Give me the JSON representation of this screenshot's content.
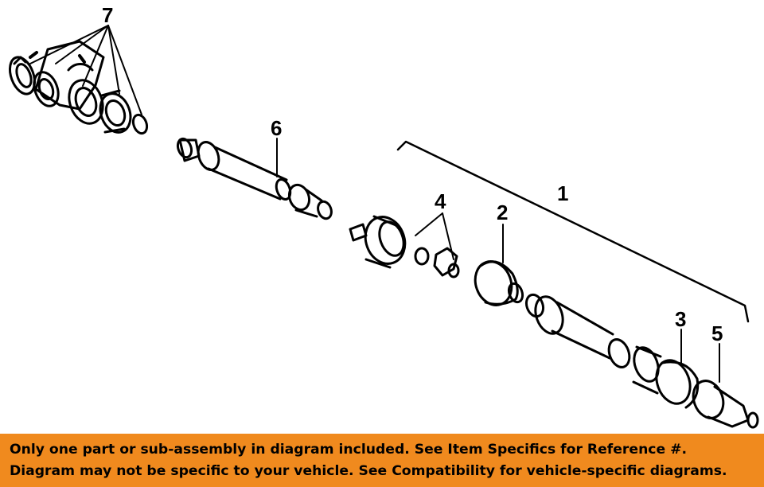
{
  "callouts": {
    "c1": "1",
    "c2": "2",
    "c3": "3",
    "c4": "4",
    "c5": "5",
    "c6": "6",
    "c7": "7"
  },
  "banner": {
    "line1": "Only one part or sub-assembly in diagram included. See Item Specifics for Reference #.",
    "line2": "Diagram may not be specific to your vehicle. See Compatibility for vehicle-specific diagrams.",
    "background": "#f08a1e"
  }
}
